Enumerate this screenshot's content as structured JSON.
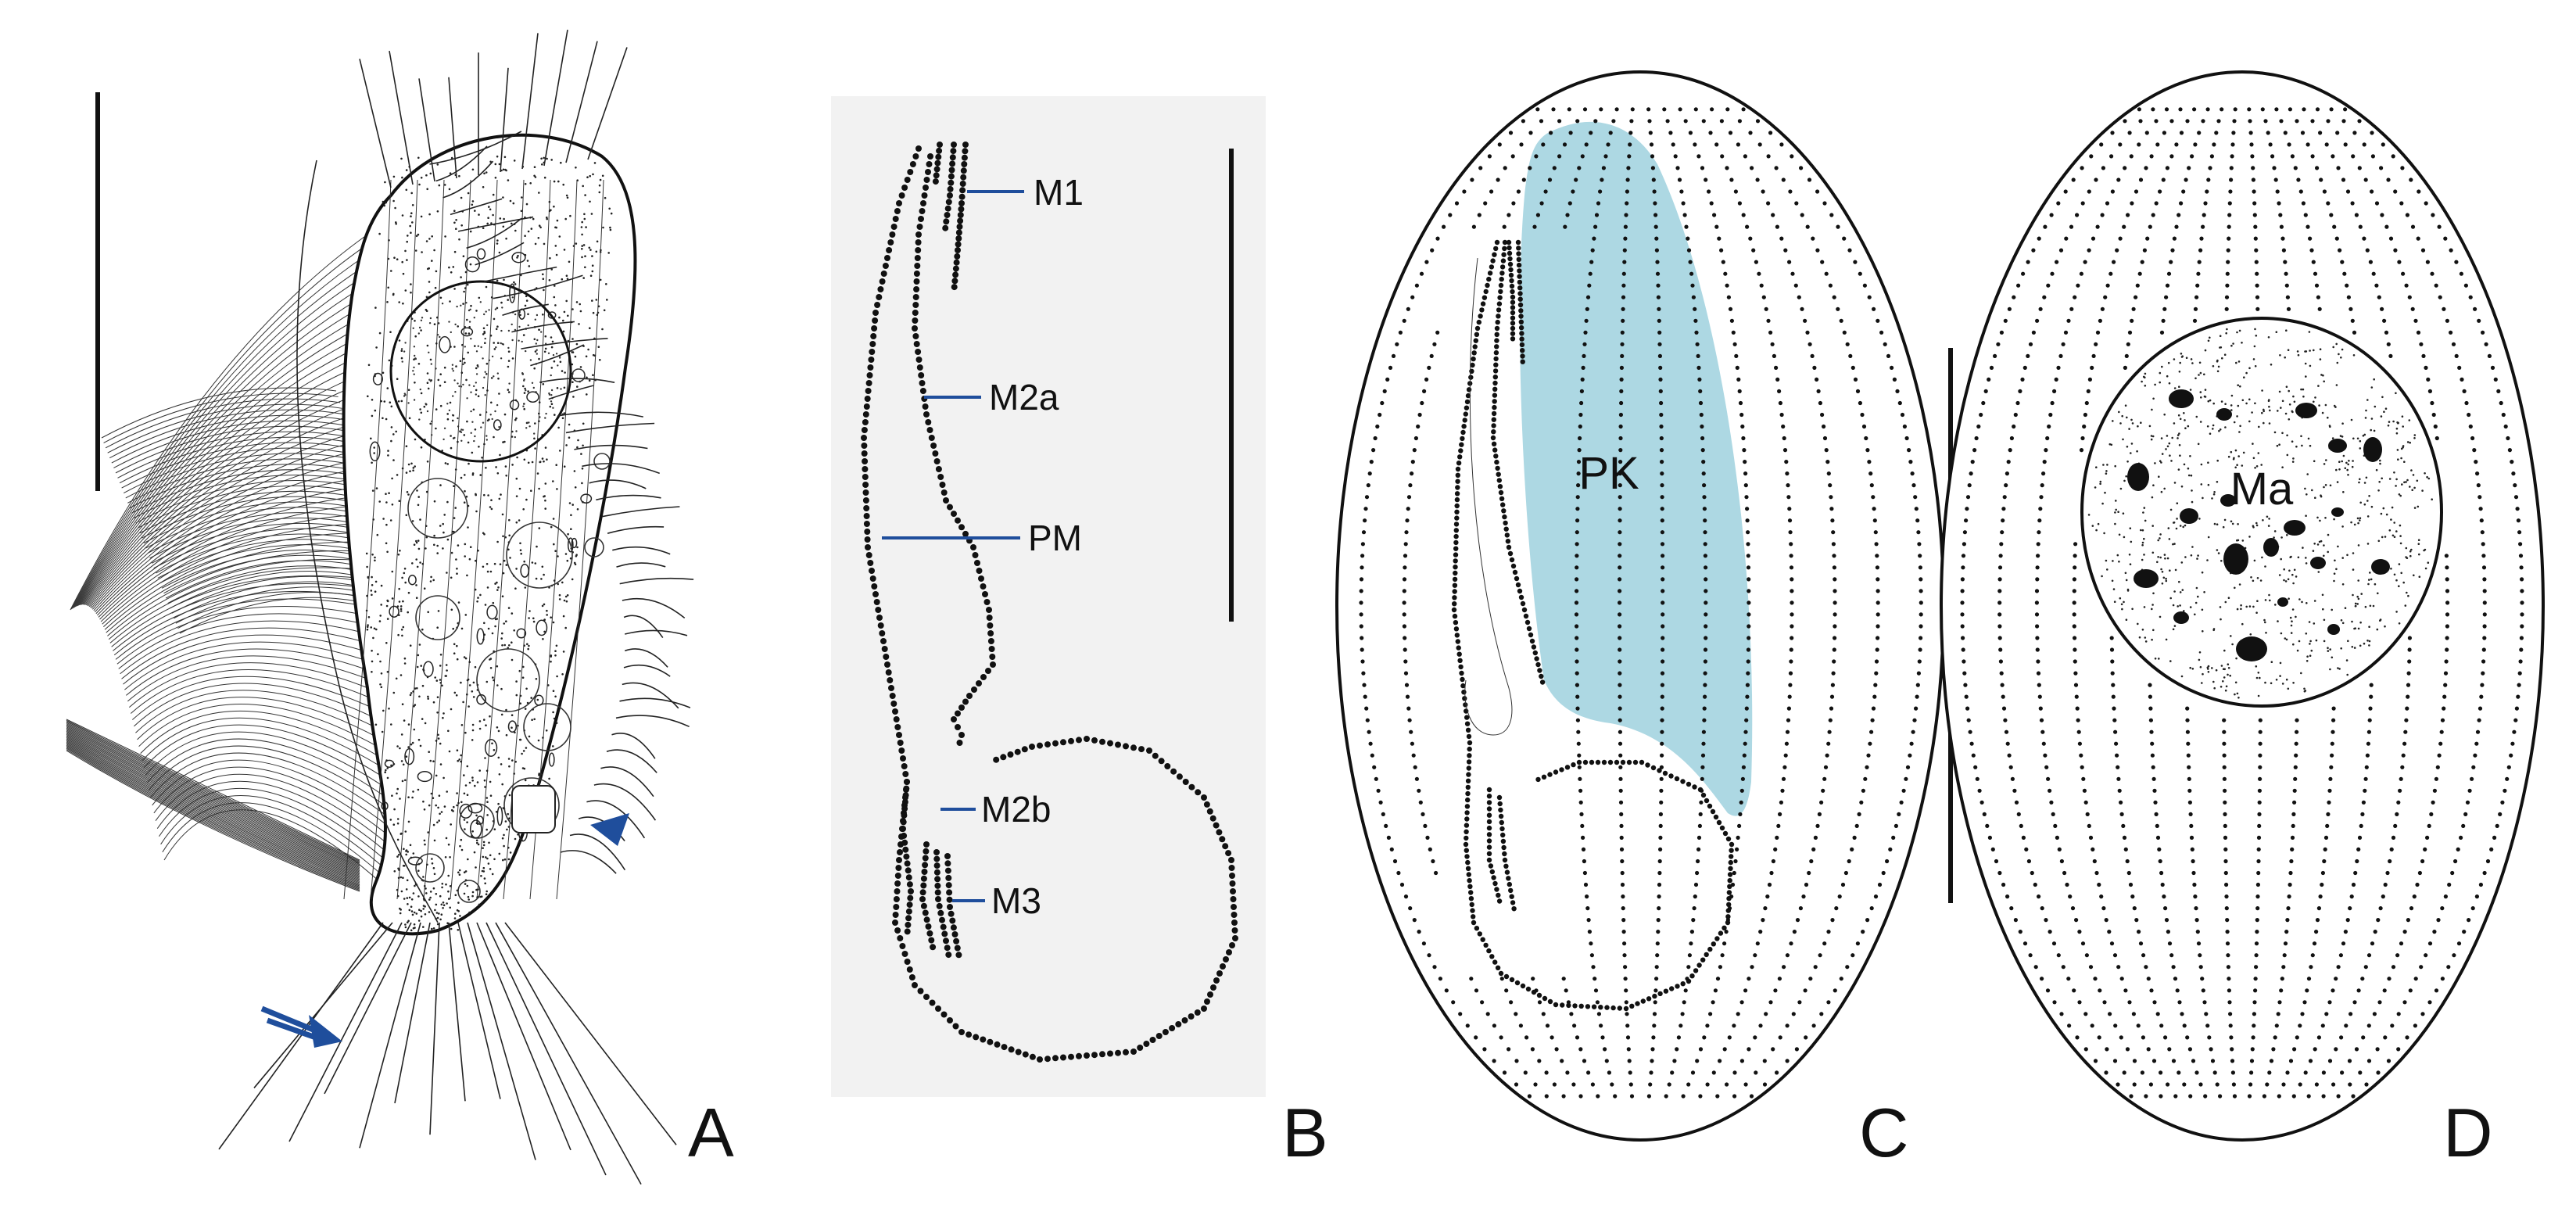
{
  "panels": {
    "a": {
      "letter": "A"
    },
    "b": {
      "letter": "B",
      "labels": {
        "m1": "M1",
        "m2a": "M2a",
        "pm": "PM",
        "m2b": "M2b",
        "m3": "M3"
      }
    },
    "c": {
      "letter": "C",
      "region_label": "PK"
    },
    "d": {
      "letter": "D",
      "nucleus_label": "Ma"
    }
  },
  "colors": {
    "ink": "#111111",
    "leader_blue": "#1f4e9c",
    "arrow_blue": "#1f4e9c",
    "pk_fill": "#add8e3",
    "panel_b_bg": "#f2f2f2"
  },
  "icons": {
    "arrow": "double-line-arrow",
    "arrowhead": "filled-arrowhead"
  }
}
